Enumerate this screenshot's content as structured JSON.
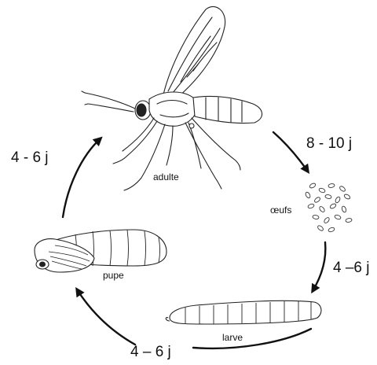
{
  "stages": {
    "adult": "adulte",
    "eggs": "œufs",
    "larva": "larve",
    "pupa": "pupe"
  },
  "durations": {
    "adult_to_eggs": "8 - 10 j",
    "eggs_to_larva": "4 –6 j",
    "larva_to_pupa": "4 – 6 j",
    "pupa_to_adult": "4 - 6 j"
  },
  "colors": {
    "ink": "#111111",
    "paper": "#ffffff"
  }
}
